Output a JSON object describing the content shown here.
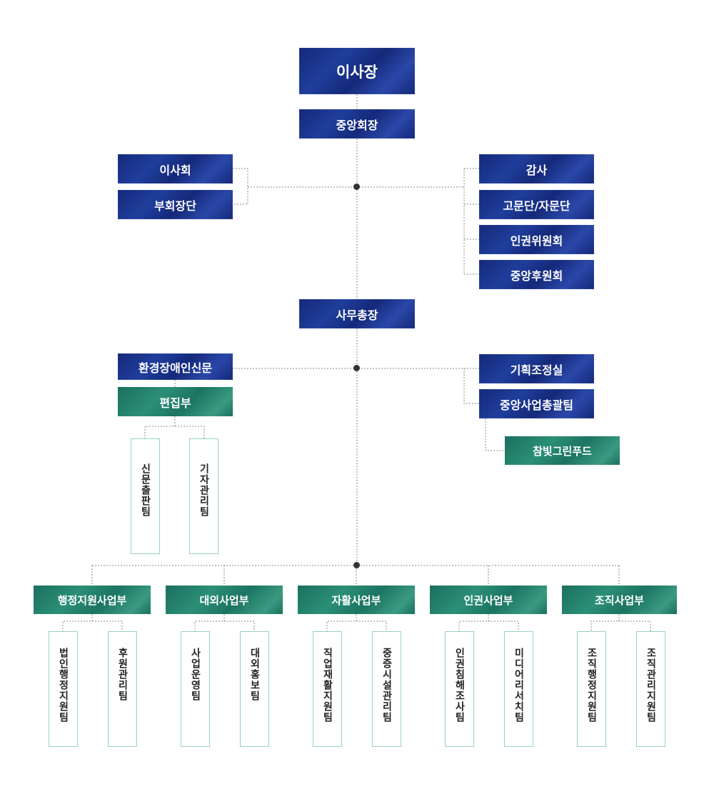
{
  "top": {
    "chairman": "이사장",
    "central_president": "중앙회장",
    "secretary_general": "사무총장"
  },
  "left_boards": [
    "이사회",
    "부회장단"
  ],
  "right_committees": [
    "감사",
    "고문단/자문단",
    "인권위원회",
    "중앙후원회"
  ],
  "newspaper": {
    "name": "환경장애인신문",
    "editorial_dept": "편집부",
    "teams": [
      "신문출판팀",
      "기자관리팀"
    ]
  },
  "right_offices": [
    "기획조정실",
    "중앙사업총괄팀"
  ],
  "food_company": "참빛그린푸드",
  "departments": [
    {
      "name": "행정지원사업부",
      "teams": [
        "법인행정지원팀",
        "후원관리팀"
      ]
    },
    {
      "name": "대외사업부",
      "teams": [
        "사업운영팀",
        "대외홍보팀"
      ]
    },
    {
      "name": "자활사업부",
      "teams": [
        "직업재활지원팀",
        "중증시설관리팀"
      ]
    },
    {
      "name": "인권사업부",
      "teams": [
        "인권침해조사팀",
        "미디어리서치팀"
      ]
    },
    {
      "name": "조직사업부",
      "teams": [
        "조직행정지원팀",
        "조직관리지원팀"
      ]
    }
  ],
  "colors": {
    "navy": "#1b2f86",
    "teal": "#238a70",
    "line": "#888888"
  }
}
